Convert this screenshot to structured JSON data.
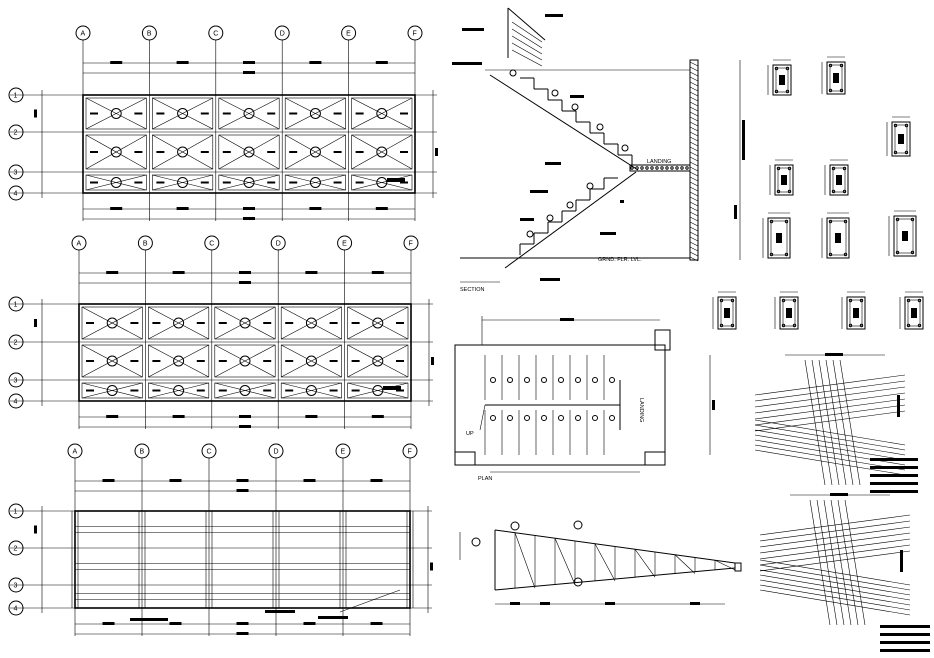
{
  "grid": {
    "columns": [
      "A",
      "B",
      "C",
      "D",
      "E",
      "F"
    ],
    "rows": [
      "1",
      "2",
      "3",
      "4"
    ]
  },
  "labels": {
    "section": "SECTION",
    "plan": "PLAN",
    "up": "UP",
    "landing": "LANDING",
    "gnd_flr": "GRND. FLR. LVL."
  }
}
